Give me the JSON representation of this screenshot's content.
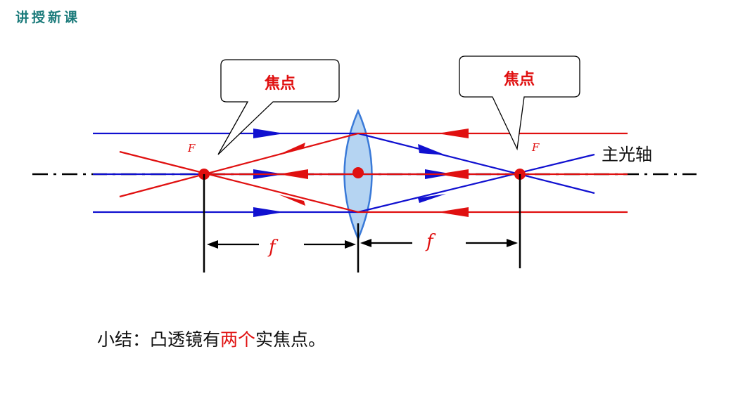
{
  "header": {
    "title": "讲授新课"
  },
  "callouts": [
    {
      "text": "焦点"
    },
    {
      "text": "焦点"
    }
  ],
  "labels": {
    "focus_left": "F",
    "focus_right": "F",
    "axis": "主光轴",
    "focal_left": "f",
    "focal_right": "f"
  },
  "summary": {
    "prefix": "小结：凸透镜有",
    "highlight": "两个",
    "suffix": "实焦点。"
  },
  "colors": {
    "blue_ray": "#1010d0",
    "red_ray": "#e01010",
    "lens_fill": "#a8cdf0",
    "lens_stroke": "#3a7ad8",
    "header": "#1a7a7a"
  }
}
